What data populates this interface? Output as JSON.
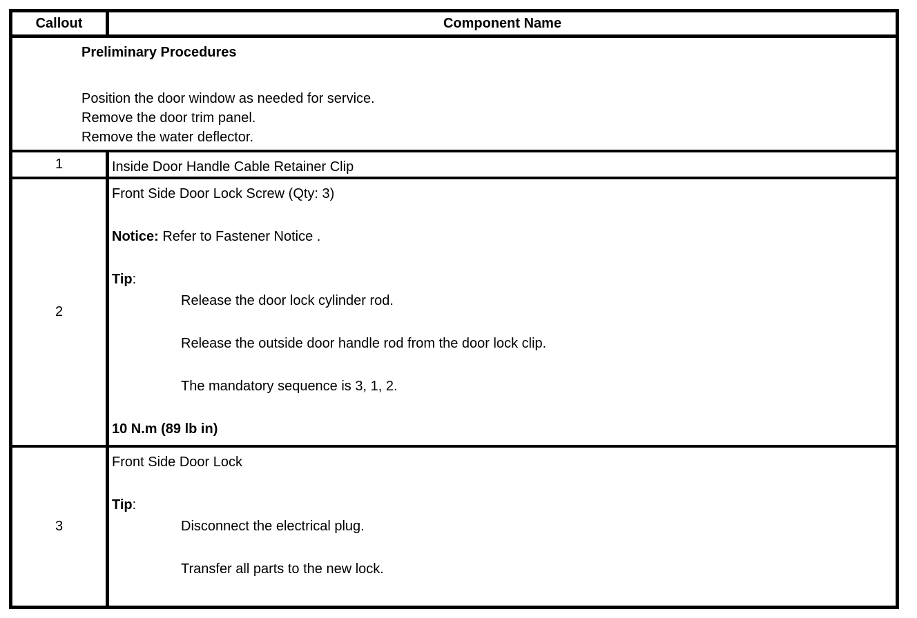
{
  "table": {
    "headers": {
      "callout": "Callout",
      "component": "Component Name"
    },
    "preliminary": {
      "title": "Preliminary Procedures",
      "steps": [
        "Position the door window as needed for service.",
        "Remove the door trim panel.",
        "Remove the water deflector."
      ]
    },
    "rows": [
      {
        "callout": "1",
        "name": "Inside Door Handle Cable Retainer Clip"
      },
      {
        "callout": "2",
        "name": "Front Side Door Lock Screw (Qty: 3)",
        "notice_label": "Notice:",
        "notice_text": " Refer to Fastener Notice .",
        "tip_label": "Tip",
        "tip_colon": ":",
        "tip_items": [
          "Release the door lock cylinder rod.",
          "Release the outside door handle rod from the door lock clip.",
          "The mandatory sequence is 3, 1, 2."
        ],
        "torque": "10 N.m (89 lb in)"
      },
      {
        "callout": "3",
        "name": "Front Side Door Lock",
        "tip_label": "Tip",
        "tip_colon": ":",
        "tip_items": [
          "Disconnect the electrical plug.",
          "Transfer all parts to the new lock."
        ]
      }
    ],
    "colors": {
      "border": "#000000",
      "background": "#ffffff",
      "text": "#000000"
    }
  }
}
